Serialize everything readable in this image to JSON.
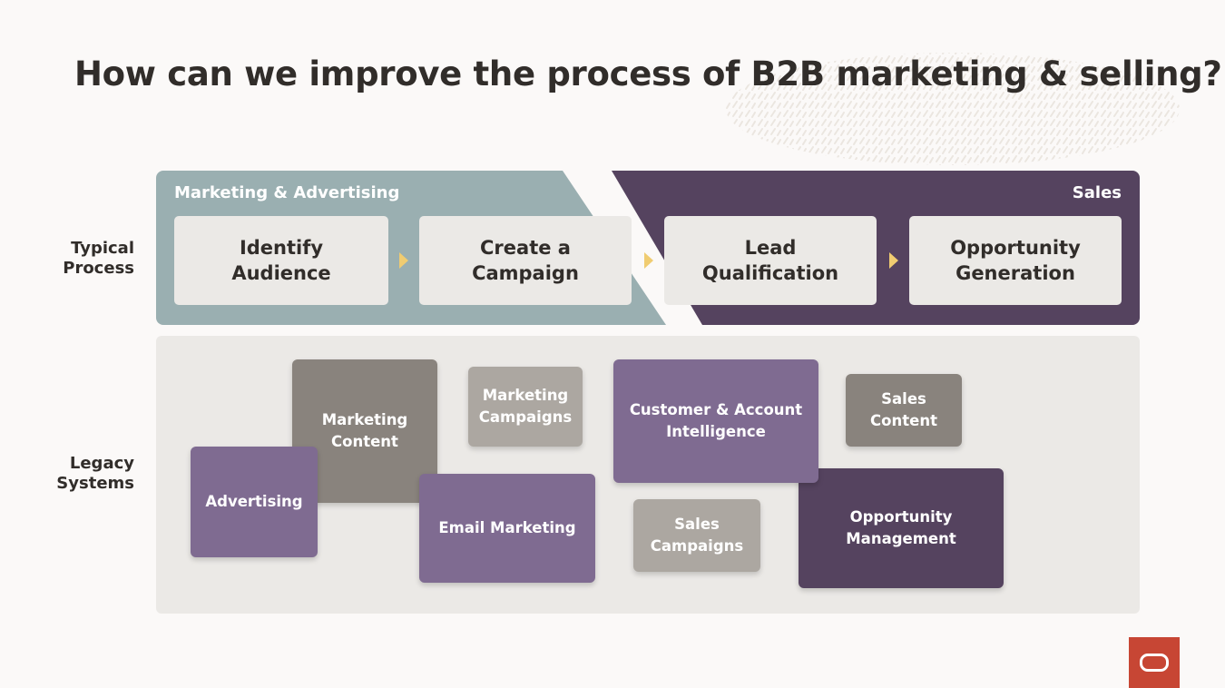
{
  "title": "How can we improve the process of B2B marketing & selling?",
  "rows": {
    "typical": [
      "Typical",
      "Process"
    ],
    "legacy": [
      "Legacy",
      "Systems"
    ]
  },
  "phases": {
    "marketing": "Marketing & Advertising",
    "sales": "Sales"
  },
  "steps": [
    [
      "Identify",
      "Audience"
    ],
    [
      "Create a",
      "Campaign"
    ],
    [
      "Lead",
      "Qualification"
    ],
    [
      "Opportunity",
      "Generation"
    ]
  ],
  "systems": {
    "marketing_content": [
      "Marketing",
      "Content"
    ],
    "marketing_campaigns": [
      "Marketing",
      "Campaigns"
    ],
    "customer_intel": [
      "Customer & Account",
      "Intelligence"
    ],
    "sales_content": [
      "Sales",
      "Content"
    ],
    "advertising": [
      "Advertising"
    ],
    "email_marketing": [
      "Email Marketing"
    ],
    "sales_campaigns": [
      "Sales",
      "Campaigns"
    ],
    "opportunity_management": [
      "Opportunity",
      "Management"
    ]
  },
  "colors": {
    "marketing_band": "#9aafb1",
    "sales_band": "#55435f",
    "purple_box": "#7f6b91",
    "dark_purple_box": "#55435f",
    "gray_box": "#89837d",
    "light_gray_box": "#aca7a1",
    "arrow": "#f0cc71",
    "brand": "#c74634"
  },
  "icons": [
    "decorative-pattern-icon",
    "step-arrow-icon",
    "oracle-logo-icon"
  ]
}
